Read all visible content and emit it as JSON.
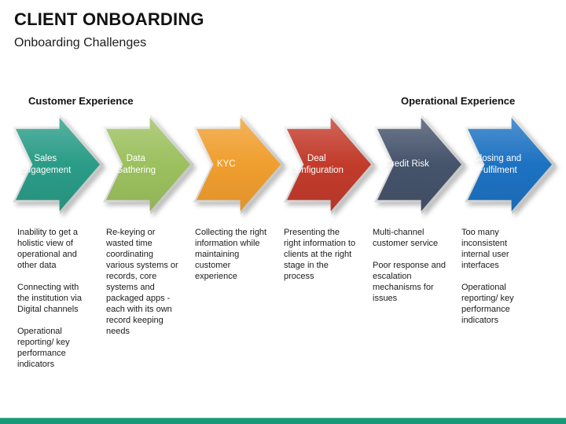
{
  "slide": {
    "title": "CLIENT ONBOARDING",
    "subtitle": "Onboarding Challenges"
  },
  "group_labels": {
    "left": "Customer Experience",
    "right": "Operational Experience"
  },
  "stages": [
    {
      "label": "Sales Engagement",
      "color": "#2a9c87",
      "challenges": [
        "Inability to get a holistic view of operational and other data",
        "Connecting with the institution via Digital channels",
        "Operational reporting/ key performance indicators"
      ]
    },
    {
      "label": "Data Gathering",
      "color": "#9cc05e",
      "challenges": [
        "Re-keying or wasted time coordinating various systems or records, core systems and packaged apps - each with its own record keeping needs"
      ]
    },
    {
      "label": "KYC",
      "color": "#f09e2e",
      "challenges": [
        "Collecting the right information while maintaining customer experience"
      ]
    },
    {
      "label": "Deal Configuration",
      "color": "#c23b2b",
      "challenges": [
        "Presenting the right information to clients at the right stage in the process"
      ]
    },
    {
      "label": "Credit Risk",
      "color": "#45536b",
      "challenges": [
        "Multi-channel customer service",
        "Poor response and escalation mechanisms for issues"
      ]
    },
    {
      "label": "Closing and Fulfilment",
      "color": "#1d72c2",
      "challenges": [
        "Too many inconsistent internal user interfaces",
        "Operational reporting/ key performance indicators"
      ]
    }
  ],
  "footer_bar_color": "#189a78"
}
